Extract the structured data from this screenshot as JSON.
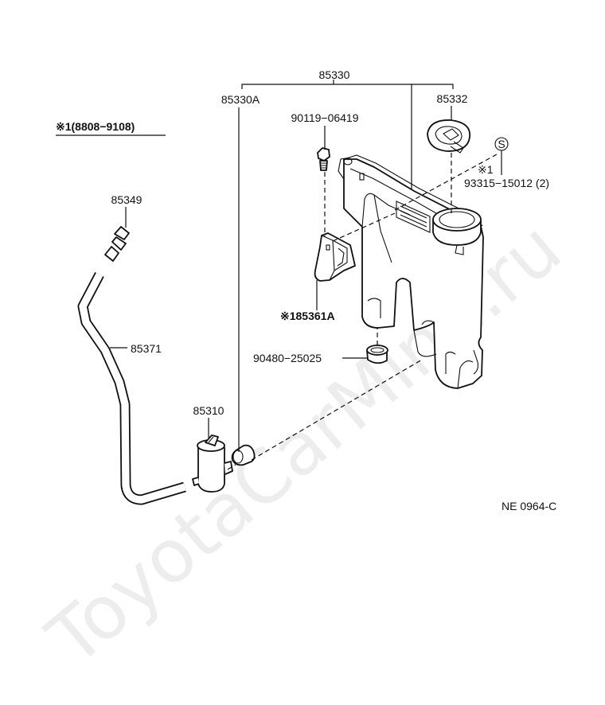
{
  "watermark": "ToyotaCarMine.ru",
  "note": "※1(8808−9108)",
  "labels": {
    "tank_assembly": "85330",
    "tank": "85330A",
    "cap": "85332",
    "bolt": "90119−06419",
    "plug_symbol": "S",
    "plug_mark": "※1",
    "plug": "93315−15012 (2)",
    "bracket": "※185361A",
    "grommet": "90480−25025",
    "connector": "85349",
    "hose": "85371",
    "pump": "85310",
    "diagram_code": "NE 0964-C"
  }
}
